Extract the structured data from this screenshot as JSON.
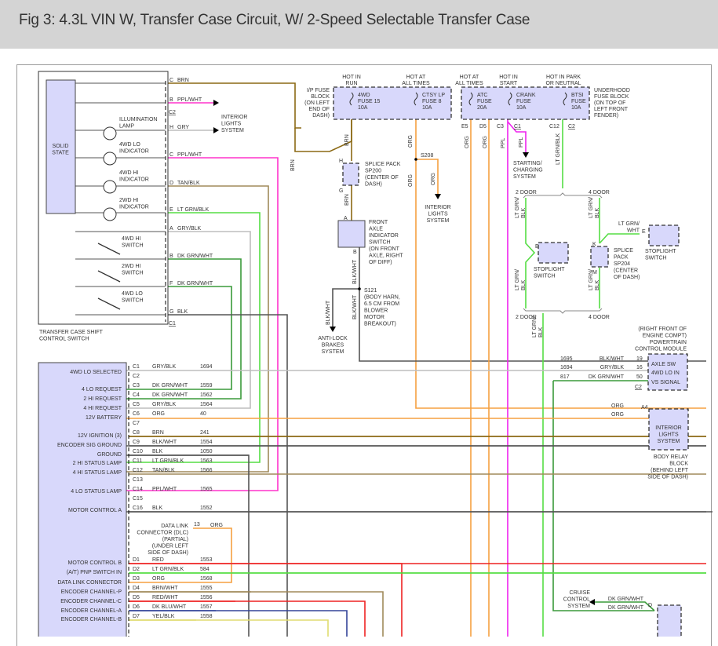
{
  "header": {
    "title": "Fig 3: 4.3L VIN W, Transfer Case Circuit, W/ 2-Speed Selectable Transfer Case"
  },
  "colors": {
    "brn": "#8b6914",
    "ppl_wht": "#ff33cc",
    "gry": "#bdbdbd",
    "tan_blk": "#a08a5a",
    "lt_grn_blk": "#55dd44",
    "dk_grn_wht": "#3a9a3a",
    "blk": "#555555",
    "org": "#f5a040",
    "ppl": "#ee22ee",
    "red": "#ee2222",
    "dk_blu_wht": "#334499",
    "yel_blk": "#e0dc70",
    "box_fill": "#d8d8fb"
  },
  "shift_switch": {
    "solid_state": [
      "SOLID",
      "STATE"
    ],
    "caption": [
      "TRANSFER CASE SHIFT",
      "CONTROL SWITCH"
    ],
    "lamps": [
      {
        "label": [
          "ILLUMINATION",
          "LAMP"
        ]
      },
      {
        "label": [
          "4WD LO",
          "INDICATOR"
        ]
      },
      {
        "label": [
          "4WD HI",
          "INDICATOR"
        ]
      },
      {
        "label": [
          "2WD HI",
          "INDICATOR"
        ]
      }
    ],
    "switches": [
      {
        "label": [
          "4WD HI",
          "SWITCH"
        ]
      },
      {
        "label": [
          "2WD HI",
          "SWITCH"
        ]
      },
      {
        "label": [
          "4WD LO",
          "SWITCH"
        ]
      }
    ],
    "pins": [
      {
        "pin": "C",
        "wire": "BRN"
      },
      {
        "pin": "B",
        "wire": "PPL/WHT"
      },
      {
        "pin": "H",
        "wire": "GRY"
      },
      {
        "pin": "C",
        "wire": "PPL/WHT"
      },
      {
        "pin": "D",
        "wire": "TAN/BLK"
      },
      {
        "pin": "E",
        "wire": "LT GRN/BLK"
      },
      {
        "pin": "A",
        "wire": "GRY/BLK"
      },
      {
        "pin": "B",
        "wire": "DK GRN/WHT"
      },
      {
        "pin": "F",
        "wire": "DK GRN/WHT"
      },
      {
        "pin": "G",
        "wire": "BLK"
      }
    ],
    "connector_c2": "C2",
    "connector_c1": "C1",
    "interior_lights": [
      "INTERIOR",
      "LIGHTS",
      "SYSTEM"
    ]
  },
  "ip_fuse_block": {
    "label": [
      "I/P FUSE",
      "BLOCK",
      "(ON LEFT",
      "END OF",
      "DASH)"
    ],
    "fuses": [
      {
        "hot": [
          "HOT IN",
          "RUN"
        ],
        "name": [
          "4WD",
          "FUSE 15",
          "10A"
        ]
      },
      {
        "hot": [
          "HOT AT",
          "ALL TIMES"
        ],
        "name": [
          "CTSY LP",
          "FUSE 8",
          "10A"
        ]
      }
    ]
  },
  "underhood_fuse_block": {
    "label": [
      "UNDERHOOD",
      "FUSE BLOCK",
      "(ON TOP OF",
      "LEFT FRONT",
      "FENDER)"
    ],
    "fuses": [
      {
        "hot": [
          "HOT AT",
          "ALL TIMES"
        ],
        "name": [
          "ATC",
          "FUSE",
          "20A"
        ]
      },
      {
        "hot": [
          "HOT IN",
          "START"
        ],
        "name": [
          "CRANK",
          "FUSE",
          "10A"
        ]
      },
      {
        "hot": [
          "HOT IN PARK",
          "OR NEUTRAL"
        ],
        "name": [
          "BTSI",
          "FUSE",
          "10A"
        ]
      }
    ],
    "pins": [
      "E5",
      "D5",
      "C3",
      "C1",
      "C12",
      "C2"
    ]
  },
  "wires_vertical": {
    "brn": "BRN",
    "brn2": "BRN",
    "org1": "ORG",
    "org2": "ORG",
    "org3": "ORG",
    "org4": "ORG",
    "ppl1": "PPL",
    "ppl2": "PPL",
    "lt_grn_blk": "LT GRN/BLK",
    "blk_wht1": "BLK/WHT",
    "blk_wht2": "BLK/WHT",
    "blk_wht3": "BLK/WHT",
    "ltgrn_a": "LT GRN/",
    "blk_a": "BLK"
  },
  "splices": {
    "s208": "S208",
    "sp200": {
      "pins": [
        "H",
        "G"
      ],
      "label": [
        "SPLICE PACK",
        "SP200",
        "(CENTER OF",
        "DASH)"
      ]
    },
    "s121": {
      "label": [
        "S121",
        "(BODY HARN,",
        "6.5 CM FROM",
        "BLOWER",
        "MOTOR",
        "BREAKOUT)"
      ]
    },
    "sp204": {
      "pins": [
        "K",
        "M"
      ],
      "label": [
        "SPLICE",
        "PACK",
        "SP204",
        "(CENTER",
        "OF DASH)"
      ]
    }
  },
  "front_axle_switch": {
    "pins": [
      "A",
      "B"
    ],
    "label": [
      "FRONT",
      "AXLE",
      "INDICATOR",
      "SWITCH",
      "(ON FRONT",
      "AXLE, RIGHT",
      "OF DIFF)"
    ]
  },
  "destinations": {
    "interior_lights": [
      "INTERIOR",
      "LIGHTS",
      "SYSTEM"
    ],
    "anti_lock": [
      "ANTI-LOCK",
      "BRAKES",
      "SYSTEM"
    ],
    "starting": [
      "STARTING/",
      "CHARGING",
      "SYSTEM"
    ],
    "cruise": [
      "CRUISE",
      "CONTROL",
      "SYSTEM"
    ]
  },
  "stoplight": {
    "door2": "2 DOOR",
    "door4": "4 DOOR",
    "switch_label": [
      "STOPLIGHT",
      "SWITCH"
    ],
    "pin_e": "E",
    "ltgrn_wht": [
      "LT GRN/",
      "WHT"
    ]
  },
  "pcm": {
    "location": [
      "(RIGHT FRONT OF",
      "ENGINE COMPT)",
      "POWERTRAIN",
      "CONTROL MODULE"
    ],
    "rows": [
      {
        "circuit": "1695",
        "wire": "BLK/WHT",
        "pin": "19",
        "label": "AXLE SW"
      },
      {
        "circuit": "1694",
        "wire": "GRY/BLK",
        "pin": "16",
        "label": "4WD LO IN"
      },
      {
        "circuit": "817",
        "wire": "DK GRN/WHT",
        "pin": "50",
        "label": "VS SIGNAL"
      }
    ],
    "connector": "C2"
  },
  "body_relay": {
    "wires": [
      "ORG",
      "ORG"
    ],
    "pin": "A4",
    "inner": [
      "INTERIOR",
      "LIGHTS",
      "SYSTEM"
    ],
    "label": [
      "BODY RELAY",
      "BLOCK",
      "(BEHIND LEFT",
      "SIDE OF DASH)"
    ]
  },
  "cruise": {
    "wires": [
      "DK GRN/WHT",
      "DK GRN/WHT"
    ],
    "pin": "D"
  },
  "dlc": {
    "pin": "13",
    "wire": "ORG",
    "label": [
      "DATA LINK",
      "CONNECTOR (DLC)",
      "(PARTIAL)",
      "(UNDER LEFT",
      "SIDE OF DASH)"
    ]
  },
  "module": {
    "rows": [
      {
        "label": "4WD LO SELECTED",
        "pin": "C1",
        "wire": "GRY/BLK",
        "circuit": "1694"
      },
      {
        "label": "",
        "pin": "C2",
        "wire": "",
        "circuit": ""
      },
      {
        "label": "4 LO REQUEST",
        "pin": "C3",
        "wire": "DK GRN/WHT",
        "circuit": "1559"
      },
      {
        "label": "2 HI REQUEST",
        "pin": "C4",
        "wire": "DK GRN/WHT",
        "circuit": "1562"
      },
      {
        "label": "4 HI REQUEST",
        "pin": "C5",
        "wire": "GRY/BLK",
        "circuit": "1564"
      },
      {
        "label": "12V BATTERY",
        "pin": "C6",
        "wire": "ORG",
        "circuit": "40"
      },
      {
        "label": "",
        "pin": "C7",
        "wire": "",
        "circuit": ""
      },
      {
        "label": "12V IGNITION (3)",
        "pin": "C8",
        "wire": "BRN",
        "circuit": "241"
      },
      {
        "label": "ENCODER SIG GROUND",
        "pin": "C9",
        "wire": "BLK/WHT",
        "circuit": "1554"
      },
      {
        "label": "GROUND",
        "pin": "C10",
        "wire": "BLK",
        "circuit": "1050"
      },
      {
        "label": "2 HI STATUS LAMP",
        "pin": "C11",
        "wire": "LT GRN/BLK",
        "circuit": "1563"
      },
      {
        "label": "4 HI STATUS LAMP",
        "pin": "C12",
        "wire": "TAN/BLK",
        "circuit": "1566"
      },
      {
        "label": "",
        "pin": "C13",
        "wire": "",
        "circuit": ""
      },
      {
        "label": "4 LO STATUS LAMP",
        "pin": "C14",
        "wire": "PPL/WHT",
        "circuit": "1565"
      },
      {
        "label": "",
        "pin": "C15",
        "wire": "",
        "circuit": ""
      },
      {
        "label": "MOTOR CONTROL A",
        "pin": "C16",
        "wire": "BLK",
        "circuit": "1552"
      },
      {
        "label": "MOTOR CONTROL B",
        "pin": "D1",
        "wire": "RED",
        "circuit": "1553"
      },
      {
        "label": "(A/T) PNP SWITCH IN",
        "pin": "D2",
        "wire": "LT GRN/BLK",
        "circuit": "584"
      },
      {
        "label": "DATA LINK CONNECTOR",
        "pin": "D3",
        "wire": "ORG",
        "circuit": "1568"
      },
      {
        "label": "ENCODER CHANNEL-P",
        "pin": "D4",
        "wire": "BRN/WHT",
        "circuit": "1555"
      },
      {
        "label": "ENCODER CHANNEL-C",
        "pin": "D5",
        "wire": "RED/WHT",
        "circuit": "1556"
      },
      {
        "label": "ENCODER CHANNEL-A",
        "pin": "D6",
        "wire": "DK BLU/WHT",
        "circuit": "1557"
      },
      {
        "label": "ENCODER CHANNEL-B",
        "pin": "D7",
        "wire": "YEL/BLK",
        "circuit": "1558"
      }
    ]
  }
}
